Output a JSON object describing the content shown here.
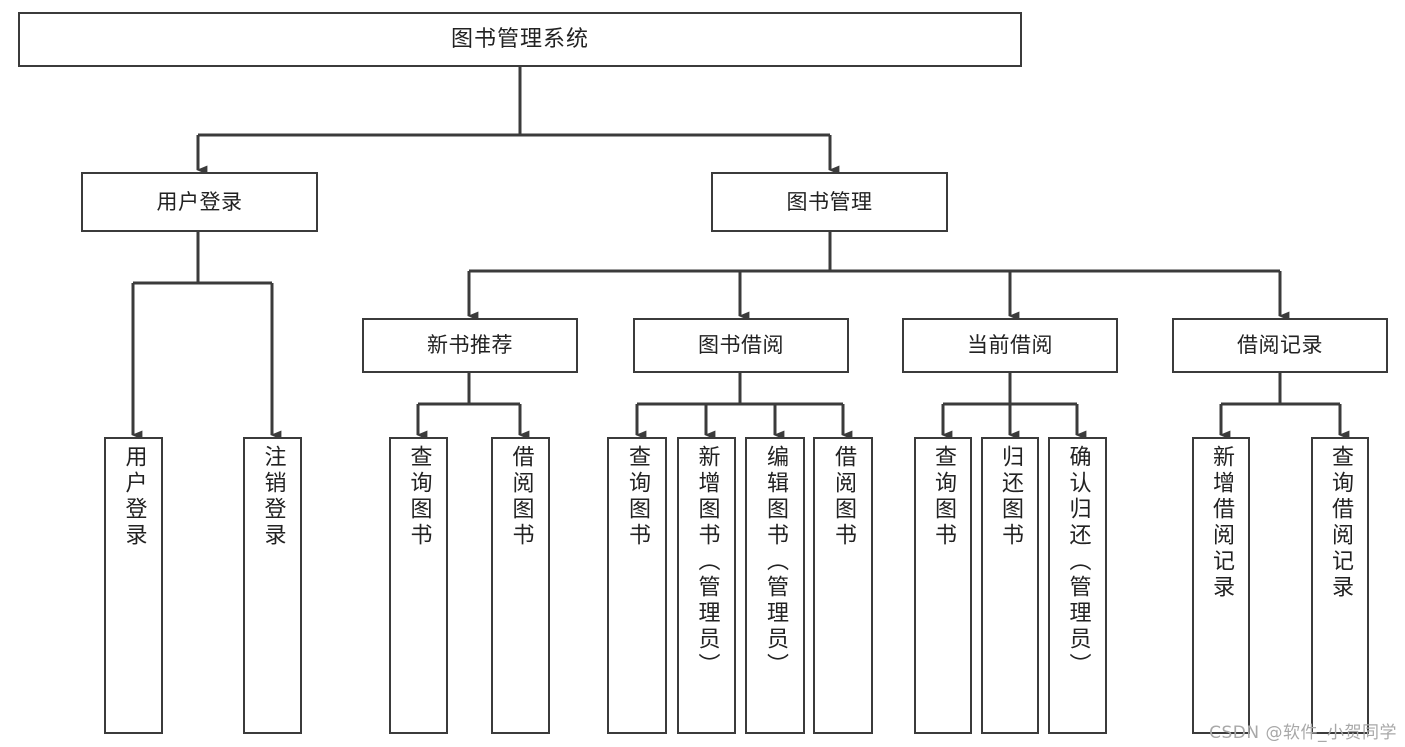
{
  "diagram": {
    "title": "图书管理系统",
    "type": "tree-hierarchy-chart",
    "root": {
      "label": "图书管理系统"
    },
    "level2": [
      {
        "label": "用户登录"
      },
      {
        "label": "图书管理"
      }
    ],
    "level3": [
      {
        "label": "新书推荐"
      },
      {
        "label": "图书借阅"
      },
      {
        "label": "当前借阅"
      },
      {
        "label": "借阅记录"
      }
    ],
    "leaves": {
      "user_login": [
        {
          "label": "用户登录"
        },
        {
          "label": "注销登录"
        }
      ],
      "new_book_recommend": [
        {
          "label": "查询图书"
        },
        {
          "label": "借阅图书"
        }
      ],
      "book_borrow": [
        {
          "label": "查询图书"
        },
        {
          "label": "新增图书（管理员）"
        },
        {
          "label": "编辑图书（管理员）"
        },
        {
          "label": "借阅图书"
        }
      ],
      "current_borrow": [
        {
          "label": "查询图书"
        },
        {
          "label": "归还图书"
        },
        {
          "label": "确认归还（管理员）"
        }
      ],
      "borrow_record": [
        {
          "label": "新增借阅记录"
        },
        {
          "label": "查询借阅记录"
        }
      ]
    }
  },
  "watermark": {
    "text": "CSDN @软件_小贺同学"
  },
  "colors": {
    "stroke": "#3b3b3b",
    "text": "#222222",
    "background": "#ffffff",
    "watermark": "#a8a8a8"
  }
}
